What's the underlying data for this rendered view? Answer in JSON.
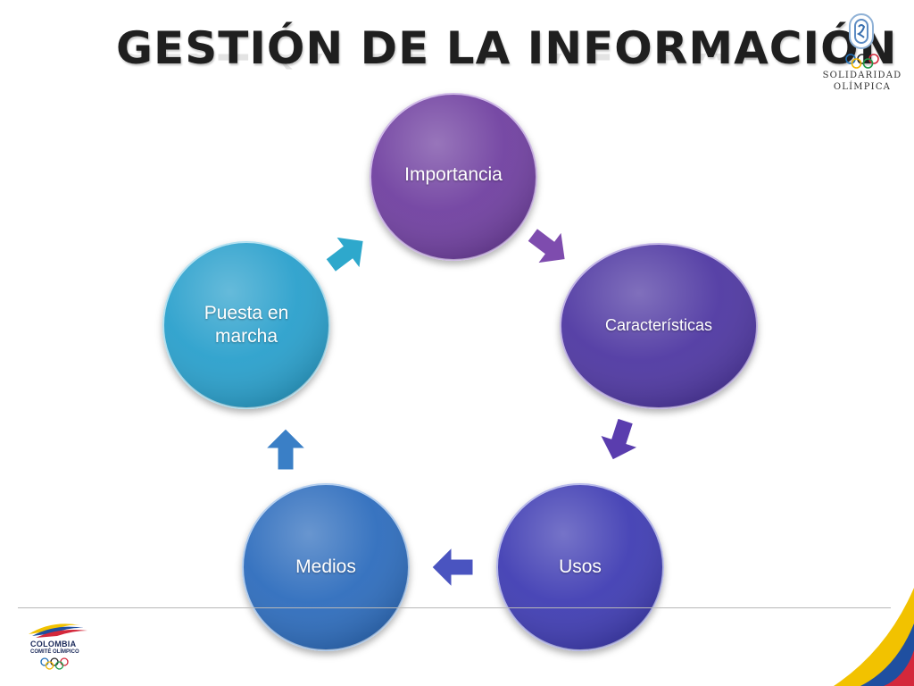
{
  "slide": {
    "title": "GESTIÓN DE LA INFORMACIÓN",
    "sponsor_line1": "SOLIDARIDAD",
    "sponsor_line2": "OLÍMPICA",
    "footer_org": "COLOMBIA",
    "footer_sub": "COMITÉ OLÍMPICO"
  },
  "diagram": {
    "type": "cycle",
    "nodes": [
      {
        "label": "Importancia",
        "color": "#6f3fa0"
      },
      {
        "label": "Características",
        "color": "#4f37a2"
      },
      {
        "label": "Usos",
        "color": "#3f3eb3"
      },
      {
        "label": "Medios",
        "color": "#2f6dbd"
      },
      {
        "label": "Puesta en marcha",
        "color": "#2aa0cc"
      }
    ],
    "arrow_colors": [
      "#7e4cae",
      "#5a3dae",
      "#4a54c0",
      "#3a7fc6",
      "#2ea8cc"
    ]
  }
}
